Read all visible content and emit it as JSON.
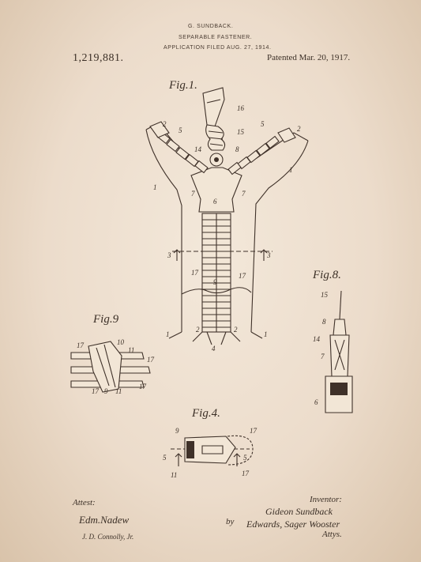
{
  "header": {
    "inventor": "G. SUNDBACK.",
    "title": "SEPARABLE FASTENER.",
    "application": "APPLICATION FILED AUG. 27, 1914.",
    "patent_number": "1,219,881.",
    "patented": "Patented Mar. 20, 1917."
  },
  "figures": {
    "fig1": "Fig.1.",
    "fig9": "Fig.9",
    "fig8": "Fig.8.",
    "fig4": "Fig.4."
  },
  "labels": {
    "fig1": [
      "16",
      "15",
      "2",
      "5",
      "2",
      "5",
      "14",
      "8",
      "1",
      "1",
      "7",
      "7",
      "6",
      "3",
      "3",
      "17",
      "17",
      "9",
      "1",
      "2",
      "2",
      "1",
      "4"
    ],
    "fig9": [
      "17",
      "10",
      "11",
      "17",
      "17",
      "9",
      "11",
      "17"
    ],
    "fig8": [
      "15",
      "8",
      "14",
      "7",
      "6"
    ],
    "fig4": [
      "9",
      "17",
      "5",
      "5",
      "11",
      "17"
    ]
  },
  "footer": {
    "attest": "Attest:",
    "witness1": "Edm.Nadew",
    "witness2": "J. D. Connolly, Jr.",
    "inventor_label": "Inventor:",
    "inventor_sig": "Gideon Sundback",
    "by": "by",
    "attorneys_sig": "Edwards, Sager Wooster",
    "attys": "Attys."
  }
}
